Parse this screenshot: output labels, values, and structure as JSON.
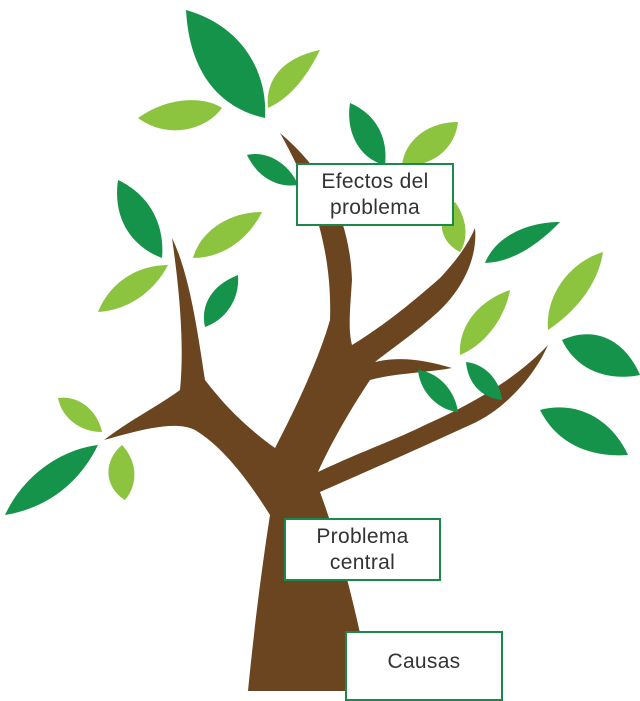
{
  "colors": {
    "trunk": "#6b4420",
    "leaf_dark": "#16934a",
    "leaf_light": "#8cc440",
    "box_border": "#1a8a4a",
    "text": "#333333"
  },
  "labels": {
    "effects": {
      "line1": "Efectos del",
      "line2": "problema"
    },
    "problem": {
      "line1": "Problema",
      "line2": "central"
    },
    "causes": {
      "line1": "Causas"
    }
  }
}
